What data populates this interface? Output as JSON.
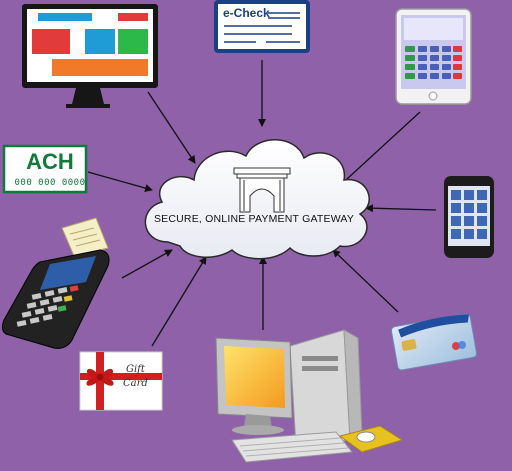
{
  "gateway": {
    "label": "SECURE, ONLINE PAYMENT GATEWAY"
  },
  "ach": {
    "title": "ACH",
    "number": "000 000 0000"
  },
  "echeck": {
    "title": "e-Check"
  },
  "gift_card": {
    "line1": "Gift",
    "line2": "Card"
  },
  "colors": {
    "background": "#8e61a8",
    "ach_green": "#0f7a3a",
    "echeck_blue": "#1b3f86",
    "monitor_screen": "#ffffff",
    "monitor_tile_red": "#e23b3b",
    "monitor_tile_blue": "#1f9bd6",
    "monitor_tile_green": "#2db84a",
    "monitor_bar_orange": "#f07a2a"
  },
  "icons": [
    "desktop-monitor-icon",
    "echeck-icon",
    "tablet-keypad-icon",
    "ach-icon",
    "cloud-icon",
    "smartphone-icon",
    "pos-terminal-icon",
    "credit-card-icon",
    "gift-card-icon",
    "desktop-computer-icon"
  ]
}
